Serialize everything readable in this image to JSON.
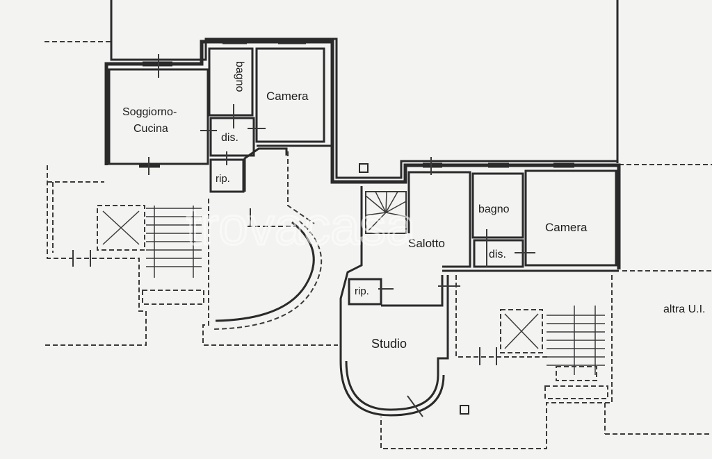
{
  "rooms": {
    "soggiorno_line1": "Soggiorno-",
    "soggiorno_line2": "Cucina",
    "bagno_left": "bagno",
    "camera_left": "Camera",
    "dis_left": "dis.",
    "rip_left": "rip.",
    "salotto": "Salotto",
    "bagno_right": "bagno",
    "camera_right": "Camera",
    "dis_right": "dis.",
    "rip_right": "rip.",
    "studio": "Studio",
    "altra_unit": "altra U.I."
  },
  "watermark": "trovacasa"
}
